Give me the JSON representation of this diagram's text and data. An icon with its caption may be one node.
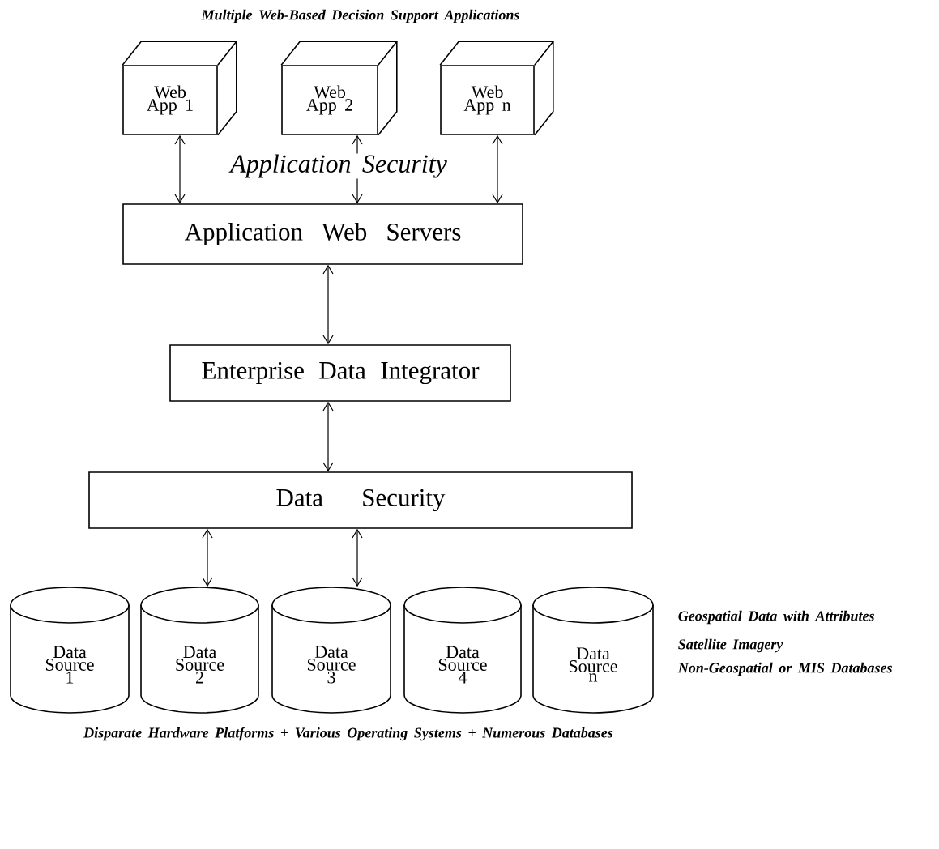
{
  "diagram": {
    "title": "Multiple Web-Based Decision Support Applications",
    "caption": "Disparate Hardware Platforms + Various Operating Systems + Numerous Databases",
    "nodes": [
      {
        "text": [
          "Web App 1"
        ]
      },
      {
        "text": [
          "Web App 2"
        ]
      },
      {
        "text": [
          "Web App n"
        ]
      },
      {
        "text": [
          "Application Web Servers"
        ]
      },
      {
        "text": [
          "Enterprise Data Integrator"
        ]
      },
      {
        "text": [
          "Data Security"
        ]
      },
      {
        "text": [
          "Data Source 1"
        ]
      },
      {
        "text": [
          "Data Source 2"
        ]
      },
      {
        "text": [
          "Data Source 3"
        ]
      },
      {
        "text": [
          "Data Source 4"
        ]
      },
      {
        "text": [
          "Data Source n"
        ]
      }
    ],
    "edges": [
      {
        "from": 0,
        "to": 3,
        "arrow": "both"
      },
      {
        "from": 1,
        "to": 3,
        "arrow": "both"
      },
      {
        "from": 2,
        "to": 3,
        "arrow": "both"
      },
      {
        "from": 3,
        "to": 4,
        "arrow": "both"
      },
      {
        "from": 4,
        "to": 5,
        "arrow": "both"
      },
      {
        "from": 5,
        "to": 7,
        "arrow": "both"
      },
      {
        "from": 5,
        "to": 8,
        "arrow": "both"
      }
    ],
    "labels": [
      "Application Security",
      "Geospatial Data with Attributes",
      "Satellite Imagery",
      "Non-Geospatial or MIS Databases"
    ]
  }
}
